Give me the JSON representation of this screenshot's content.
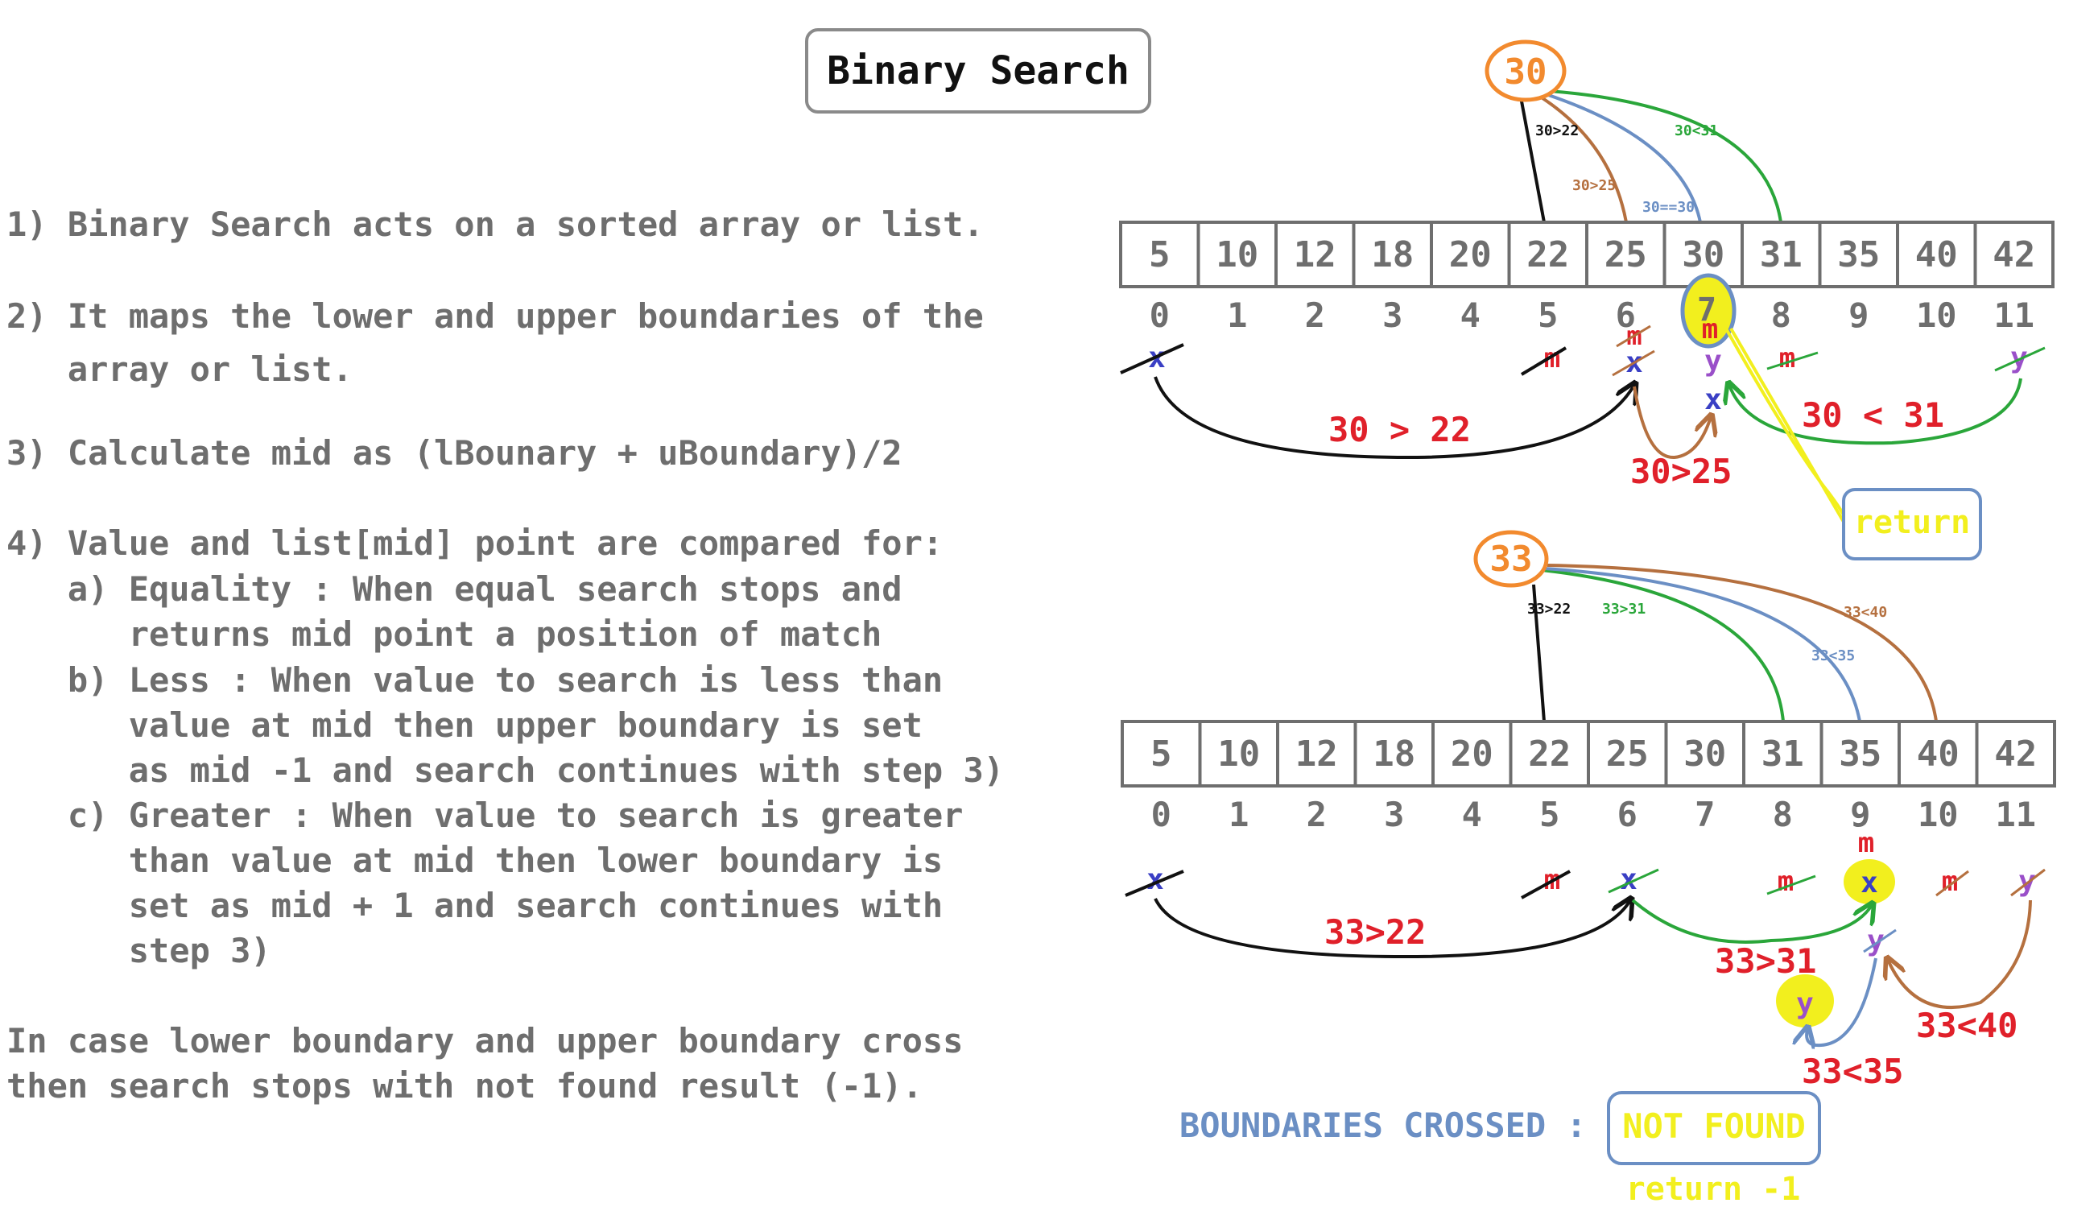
{
  "title": "Binary Search",
  "explanation": [
    "1) Binary Search acts on a sorted array or list.",
    "2) It maps the lower and upper boundaries of the",
    "   array or list.",
    "3) Calculate mid as (lBounary + uBoundary)/2",
    "4) Value and list[mid] point are compared for:",
    "   a) Equality : When equal search stops and",
    "      returns mid point a position of match",
    "   b) Less : When value to search is less than",
    "      value at mid then upper boundary is set",
    "      as mid -1 and search continues with step 3)",
    "   c) Greater : When value to search is greater",
    "      than value at mid then lower boundary is",
    "      set as mid + 1 and search continues with",
    "      step 3)",
    "In case lower boundary and upper boundary cross",
    "then search stops with not found result (-1)."
  ],
  "array": {
    "values": [
      "5",
      "10",
      "12",
      "18",
      "20",
      "22",
      "25",
      "30",
      "31",
      "35",
      "40",
      "42"
    ],
    "indices": [
      "0",
      "1",
      "2",
      "3",
      "4",
      "5",
      "6",
      "7",
      "8",
      "9",
      "10",
      "11"
    ]
  },
  "example1": {
    "search_value": "30",
    "arc_labels": [
      "30>22",
      "30>25",
      "30==30",
      "30<31"
    ],
    "markers": [
      "x",
      "m",
      "m",
      "x",
      "m",
      "y",
      "x",
      "m",
      "y"
    ],
    "found_index": "7",
    "step_labels": [
      "30 > 22",
      "30>25",
      "30 < 31"
    ],
    "return_label": "return"
  },
  "example2": {
    "search_value": "33",
    "arc_labels": [
      "33>22",
      "33>31",
      "33<35",
      "33<40"
    ],
    "markers": [
      "x",
      "m",
      "x",
      "m",
      "m",
      "x",
      "m",
      "y",
      "y",
      "y"
    ],
    "step_labels": [
      "33>22",
      "33>31",
      "33<40",
      "33<35"
    ],
    "crossed_label": "BOUNDARIES CROSSED :",
    "not_found_label": "NOT FOUND",
    "return_label": "return -1"
  },
  "colors": {
    "orange": "#f28a2e",
    "red": "#e0202a",
    "blue": "#3a3fc4",
    "purple": "#9a4fc9",
    "green": "#2aa63a",
    "brown": "#b5703f",
    "steel": "#6b8fc4",
    "yellow": "#f2ef1e",
    "gray": "#6e6e6e"
  }
}
